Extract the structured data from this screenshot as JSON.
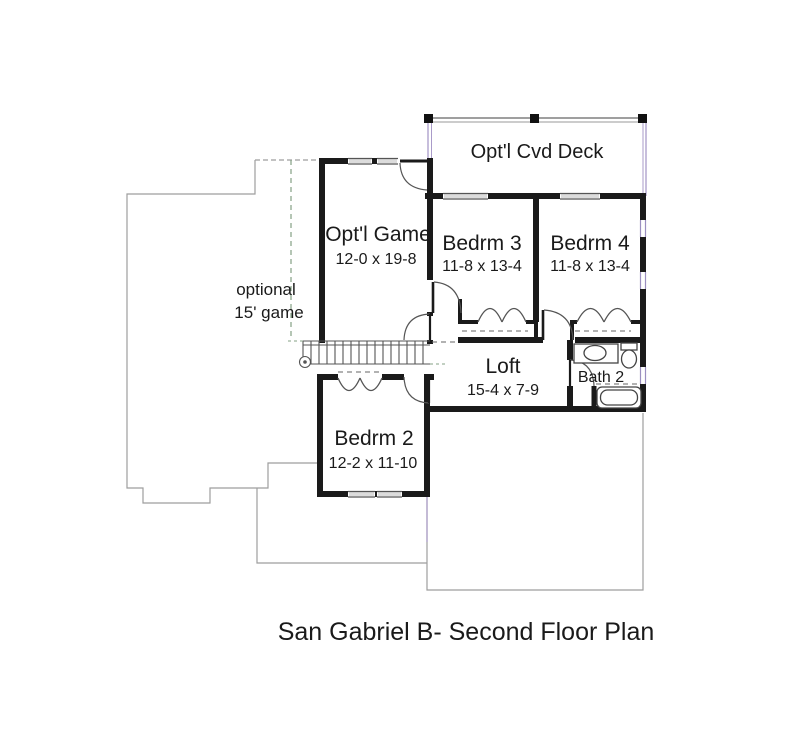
{
  "title": "San Gabriel B- Second Floor Plan",
  "plan": {
    "deck": {
      "label": "Opt'l Cvd Deck"
    },
    "rooms": {
      "game": {
        "name": "Opt'l Game",
        "dims": "12-0 x 19-8"
      },
      "bedrm3": {
        "name": "Bedrm 3",
        "dims": "11-8 x 13-4"
      },
      "bedrm4": {
        "name": "Bedrm 4",
        "dims": "11-8 x 13-4"
      },
      "loft": {
        "name": "Loft",
        "dims": "15-4 x 7-9"
      },
      "bath2": {
        "name": "Bath 2"
      },
      "bedrm2": {
        "name": "Bedrm 2",
        "dims": "12-2 x 11-10"
      }
    },
    "annotations": {
      "optional_line1": "optional",
      "optional_line2": "15' game"
    },
    "colors": {
      "wall": "#1a1a1a",
      "thin_line": "#555555",
      "outline_gray": "#9e9e9e",
      "accent_purple": "#a99bc9",
      "accent_green": "#84a184",
      "window_fill": "#dcdcdc",
      "background": "#ffffff"
    }
  }
}
